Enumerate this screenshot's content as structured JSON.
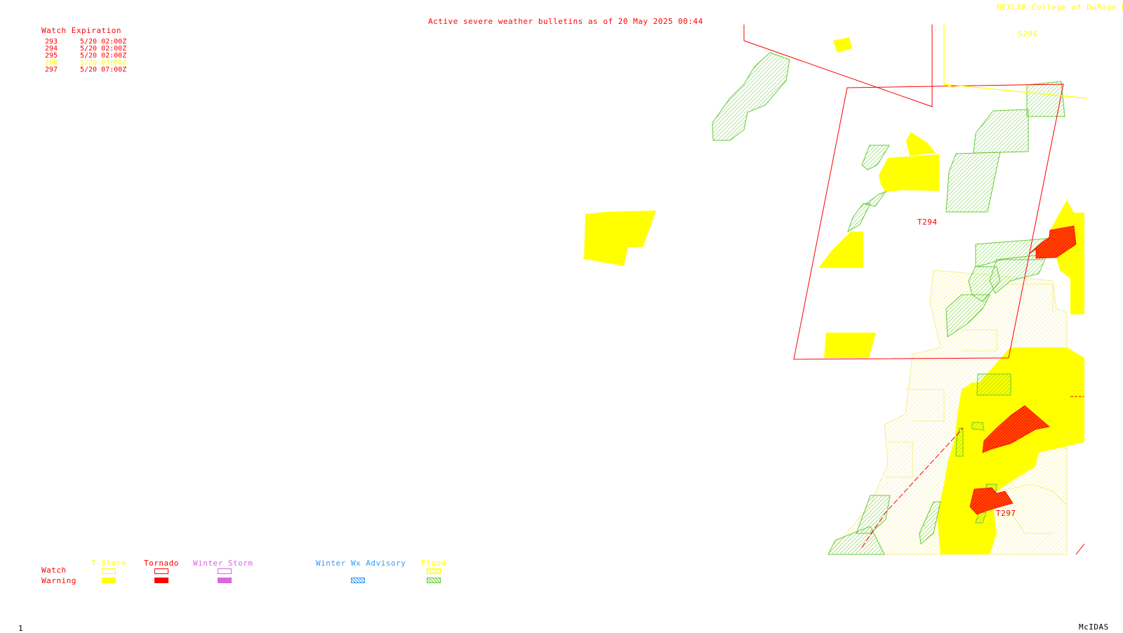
{
  "header": {
    "title": "Active severe weather bulletins as of 20 May 2025 00:44",
    "credit": "NEXLAB-College of DuPage R"
  },
  "expirations": {
    "heading": "Watch Expiration",
    "rows": [
      {
        "num": "293",
        "time": "5/20 02:00Z",
        "color": "#ff0000"
      },
      {
        "num": "294",
        "time": "5/20 02:00Z",
        "color": "#ff0000"
      },
      {
        "num": "295",
        "time": "5/20 02:00Z",
        "color": "#ff0000"
      },
      {
        "num": "296",
        "time": "5/20 03:00Z",
        "color": "#ffff00"
      },
      {
        "num": "297",
        "time": "5/20 07:00Z",
        "color": "#ff0000"
      }
    ]
  },
  "map_labels": {
    "s296": "S296",
    "t294": "T294",
    "t297": "T297"
  },
  "legend": {
    "row_watch": "Watch",
    "row_warning": "Warning",
    "tstorm": "T-Storm",
    "tornado": "Tornado",
    "winter_storm": "Winter Storm",
    "winter_wx_advisory": "Winter Wx Advisory",
    "flood": "Flood"
  },
  "footer": {
    "left": "1",
    "right": "McIDAS"
  },
  "colors": {
    "tornado": "#ff0000",
    "tstorm": "#ffff00",
    "flood": "#66cc33",
    "winter_storm": "#dd66dd",
    "winter_advisory": "#3399ff"
  }
}
